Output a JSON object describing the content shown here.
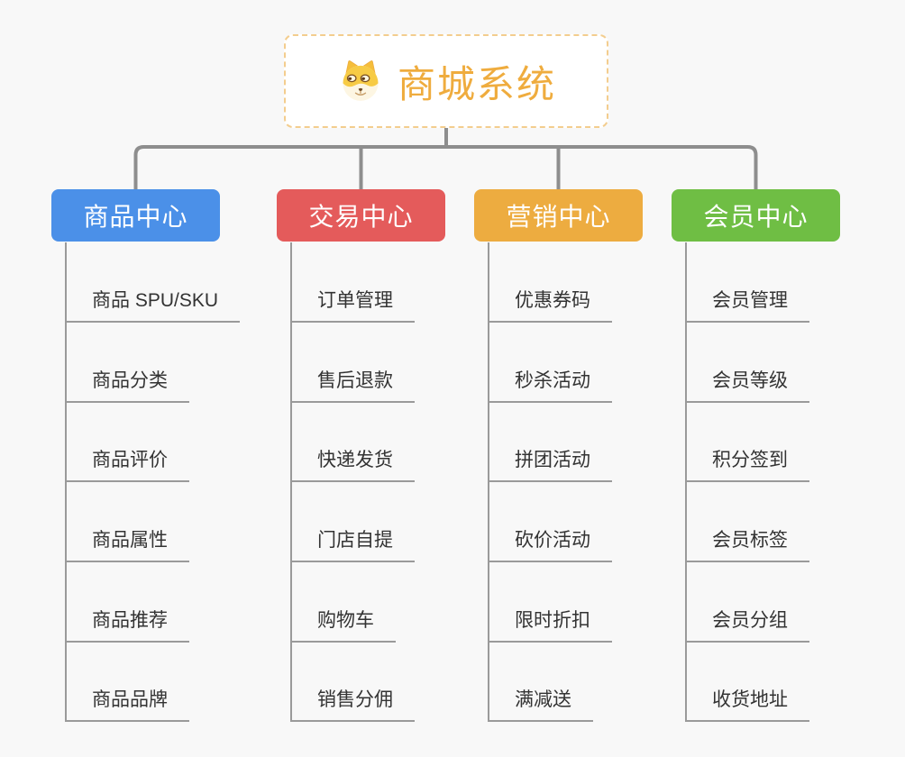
{
  "page": {
    "background_color": "#f8f8f8"
  },
  "root": {
    "title": "商城系统",
    "icon": "doge-icon",
    "title_color": "#EFAC3E",
    "border_color": "#F3CD8E"
  },
  "connectors": {
    "tree_color": "#8E8E8E",
    "branch_line_color": "#9A9A9A"
  },
  "branches": [
    {
      "label": "商品中心",
      "color": "#4B90E8",
      "items": [
        "商品 SPU/SKU",
        "商品分类",
        "商品评价",
        "商品属性",
        "商品推荐",
        "商品品牌"
      ]
    },
    {
      "label": "交易中心",
      "color": "#E45B5B",
      "items": [
        "订单管理",
        "售后退款",
        "快递发货",
        "门店自提",
        "购物车",
        "销售分佣"
      ]
    },
    {
      "label": "营销中心",
      "color": "#EDAC40",
      "items": [
        "优惠券码",
        "秒杀活动",
        "拼团活动",
        "砍价活动",
        "限时折扣",
        "满减送"
      ]
    },
    {
      "label": "会员中心",
      "color": "#6FBE44",
      "items": [
        "会员管理",
        "会员等级",
        "积分签到",
        "会员标签",
        "会员分组",
        "收货地址"
      ]
    }
  ]
}
